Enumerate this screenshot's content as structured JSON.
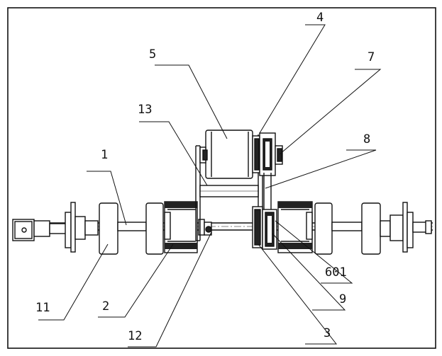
{
  "diagram": {
    "labels": {
      "n1": "1",
      "n2": "2",
      "n3": "3",
      "n4": "4",
      "n5": "5",
      "n601": "601",
      "n7": "7",
      "n8": "8",
      "n9": "9",
      "n11": "11",
      "n12": "12",
      "n13": "13"
    }
  }
}
